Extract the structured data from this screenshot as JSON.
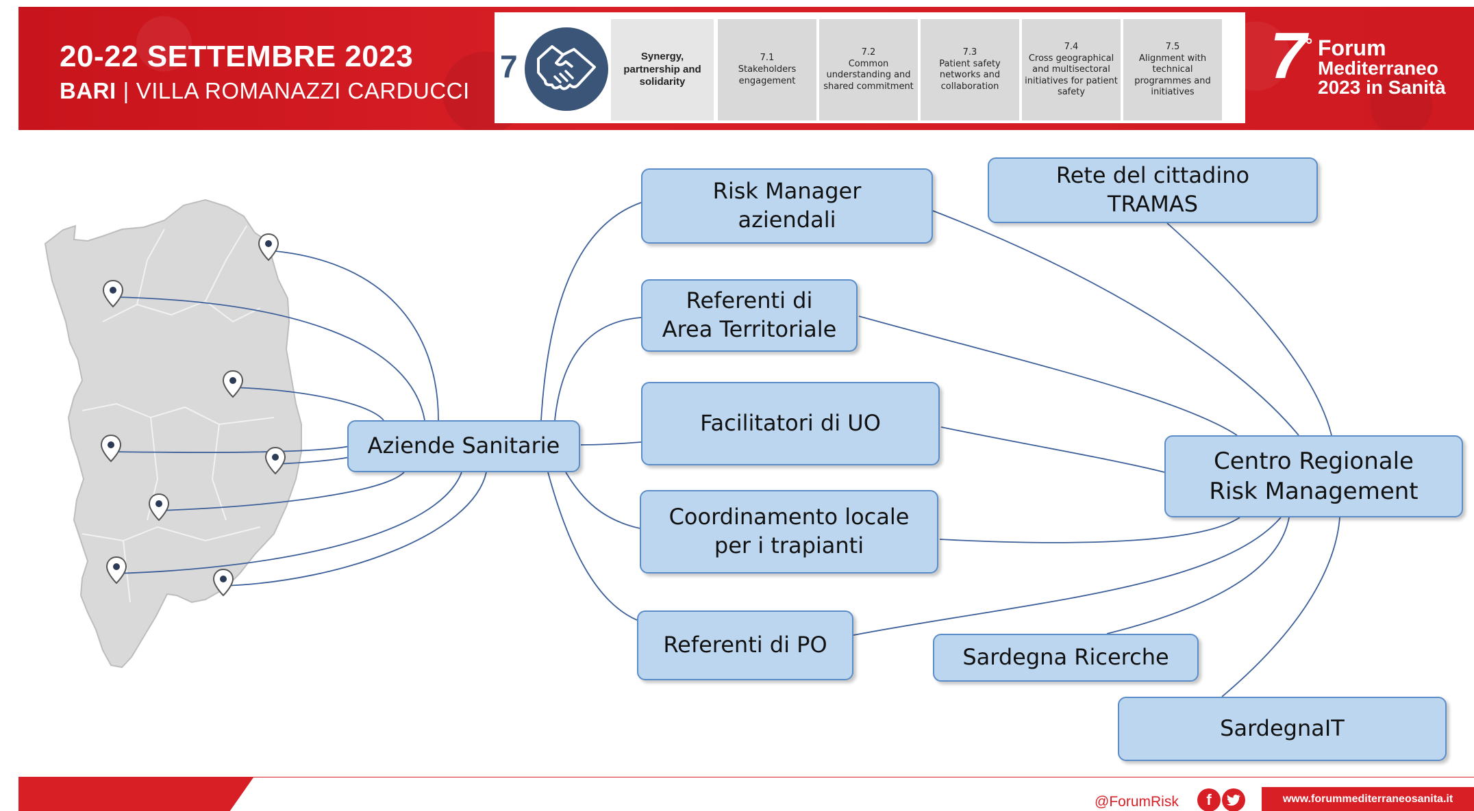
{
  "header": {
    "dates": "20-22 SETTEMBRE 2023",
    "venue_city": "BARI",
    "venue_separator": "|",
    "venue_place": "VILLA ROMANAZZI CARDUCCI",
    "sdg": {
      "number": "7",
      "icon": "handshake-icon",
      "theme": "Synergy, partnership and solidarity",
      "items": [
        {
          "number": "7.1",
          "text": "Stakeholders engagement"
        },
        {
          "number": "7.2",
          "text": "Common understanding and shared commitment"
        },
        {
          "number": "7.3",
          "text": "Patient safety networks and collaboration"
        },
        {
          "number": "7.4",
          "text": "Cross geographical and multisectoral initiatives for patient safety"
        },
        {
          "number": "7.5",
          "text": "Alignment with technical programmes and initiatives"
        }
      ]
    },
    "forum": {
      "seven": "7",
      "degree": "°",
      "line1": "Forum",
      "line2": "Mediterraneo",
      "line3": "2023 in Sanità"
    }
  },
  "diagram": {
    "map_icon": "sardinia-map",
    "pin_icon": "location-pin-icon",
    "nodes": {
      "aziende": "Aziende Sanitarie",
      "risk_manager": "Risk Manager\naziendali",
      "referenti_area": "Referenti di\nArea Territoriale",
      "facilitatori": "Facilitatori di UO",
      "coordinamento": "Coordinamento locale\nper i trapianti",
      "referenti_po": "Referenti di PO",
      "rete": "Rete del cittadino\nTRAMAS",
      "centro": "Centro Regionale\nRisk Management",
      "sardegna_ricerche": "Sardegna Ricerche",
      "sardegnait": "SardegnaIT"
    }
  },
  "footer": {
    "handle": "@ForumRisk",
    "facebook_icon": "facebook-icon",
    "twitter_icon": "twitter-icon",
    "website": "www.forummediterraneosanita.it"
  },
  "colors": {
    "brand_red": "#d81f26",
    "node_fill": "#bcd6ef",
    "node_border": "#5a8cc8",
    "connector": "#3c5f9a",
    "map_fill": "#d9d9d9",
    "sdg_blue": "#3a5578"
  }
}
